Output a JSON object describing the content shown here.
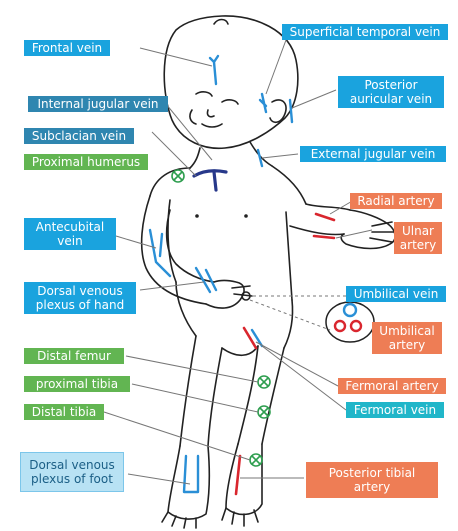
{
  "colors": {
    "vein_label": "#1aa3de",
    "deep_vein_label": "#2f86b0",
    "bone_label": "#62b552",
    "artery_label": "#ee7d55",
    "femoral_vein_label": "#20b6c9",
    "foot_label": "#b8e2f4",
    "vein_stroke": "#2a8fd6",
    "artery_stroke": "#d9262e",
    "bone_marker": "#2e9e4f"
  },
  "labels": {
    "frontal_vein": "Frontal vein",
    "superficial_temporal_vein": "Superficial temporal vein",
    "posterior_auricular_vein": "Posterior auricular vein",
    "internal_jugular_vein": "Internal jugular vein",
    "subclavian_vein": "Subclacian vein",
    "proximal_humerus": "Proximal humerus",
    "external_jugular_vein": "External jugular vein",
    "radial_artery": "Radial artery",
    "ulnar_artery": "Ulnar artery",
    "antecubital_vein": "Antecubital vein",
    "dorsal_venous_plexus_hand": "Dorsal venous plexus of hand",
    "umbilical_vein": "Umbilical vein",
    "umbilical_artery": "Umbilical artery",
    "distal_femur": "Distal femur",
    "fermoral_artery": "Fermoral artery",
    "proximal_tibia": "proximal tibia",
    "fermoral_vein": "Fermoral vein",
    "distal_tibia": "Distal tibia",
    "dorsal_venous_plexus_foot": "Dorsal venous plexus of foot",
    "posterior_tibial_artery": "Posterior tibial artery"
  }
}
